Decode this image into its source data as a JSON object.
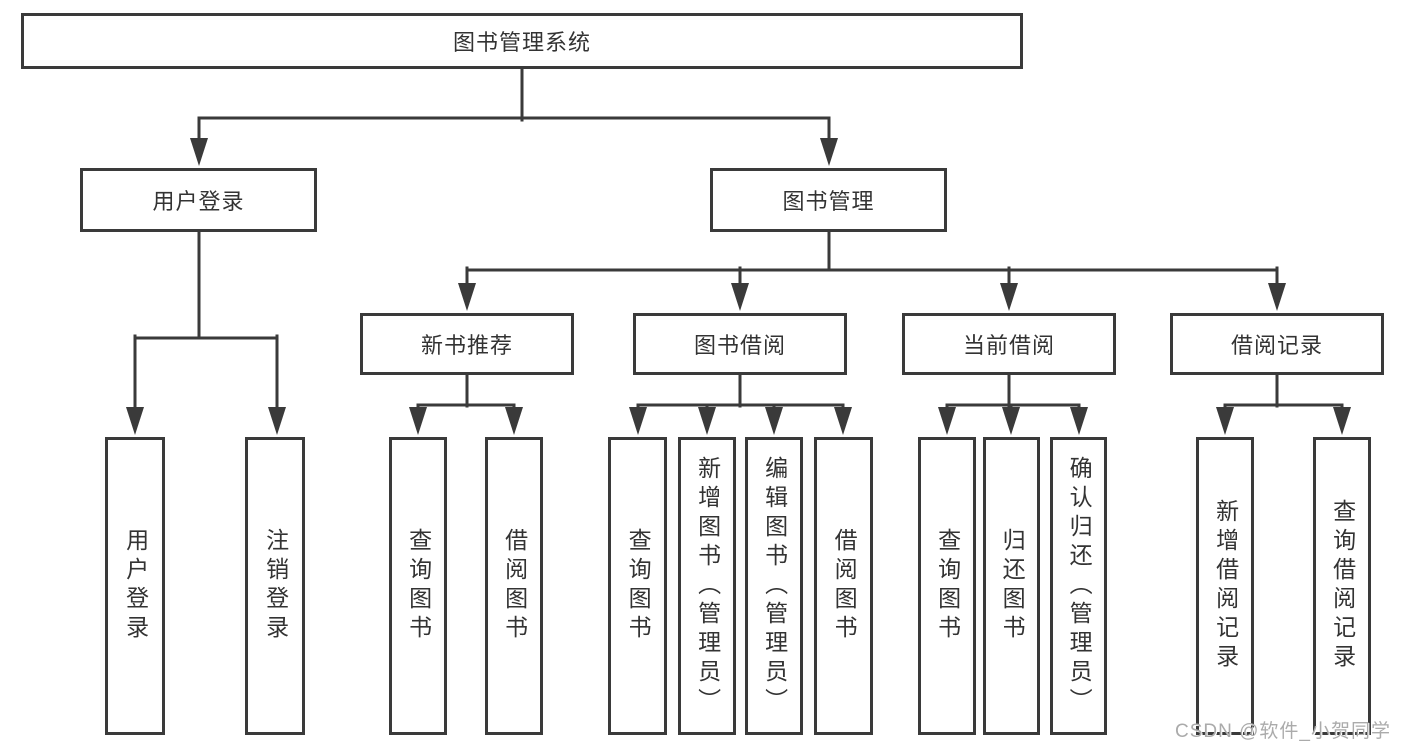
{
  "diagram": {
    "root": {
      "label": "图书管理系统"
    },
    "level2": {
      "user_login": {
        "label": "用户登录"
      },
      "book_management": {
        "label": "图书管理"
      }
    },
    "level3": {
      "new_book_recommend": {
        "label": "新书推荐"
      },
      "book_borrowing": {
        "label": "图书借阅"
      },
      "current_borrowing": {
        "label": "当前借阅"
      },
      "borrowing_records": {
        "label": "借阅记录"
      }
    },
    "level4": {
      "user_login_children": [
        "用户登录",
        "注销登录"
      ],
      "new_book_recommend_children": [
        "查询图书",
        "借阅图书"
      ],
      "book_borrowing_children": [
        "查询图书",
        "新增图书（管理员）",
        "编辑图书（管理员）",
        "借阅图书"
      ],
      "current_borrowing_children": [
        "查询图书",
        "归还图书",
        "确认归还（管理员）"
      ],
      "borrowing_records_children": [
        "新增借阅记录",
        "查询借阅记录"
      ]
    }
  },
  "watermark": {
    "text": "CSDN @软件_小贺同学"
  },
  "colors": {
    "line": "#3a3a3a",
    "box_border": "#3a3a3a",
    "text": "#333333",
    "watermark": "#ababab",
    "background": "#ffffff"
  }
}
